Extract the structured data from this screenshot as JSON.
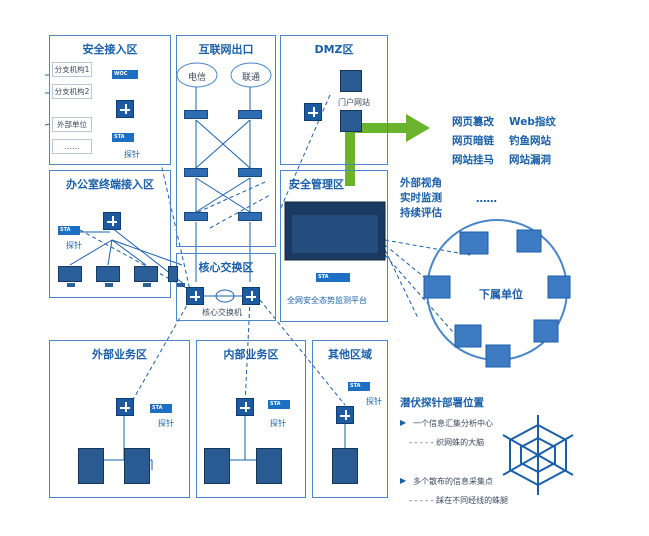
{
  "zones": {
    "security_access": "安全接入区",
    "internet_exit": "互联网出口",
    "dmz": "DMZ区",
    "office_terminal": "办公室终端接入区",
    "core_switch": "核心交换区",
    "security_mgmt": "安全管理区",
    "external_business": "外部业务区",
    "internal_business": "内部业务区",
    "other": "其他区域"
  },
  "security_access_items": [
    "分支机构1",
    "分支机构2",
    "外部单位",
    "……"
  ],
  "woc_label": "WOC",
  "sta_label": "STA",
  "probe_label": "探针",
  "clouds": [
    "电信",
    "联通"
  ],
  "dmz_portal": "门户网站",
  "core_switch_label": "核心交换机",
  "platform_label": "全网安全态势监测平台",
  "threats": [
    "网页篡改",
    "Web指纹",
    "网页暗链",
    "钓鱼网站",
    "网站挂马",
    "网站漏洞"
  ],
  "outside_view": [
    "外部视角",
    "实时监测",
    "持续评估"
  ],
  "outside_ellipsis": "……",
  "subordinate": "下属单位",
  "probe_deploy": {
    "title": "潜伏探针部署位置",
    "points": [
      {
        "text": "一个信息汇集分析中心",
        "sub": "- - - - - 织网蛛的大脑"
      },
      {
        "text": "多个散布的信息采集点",
        "sub": "- - - - - 踩在不同经线的蛛腿"
      }
    ]
  },
  "colors": {
    "accent": "#1a5fa8",
    "border": "#4a86c8",
    "arrow": "#6ab42d"
  }
}
